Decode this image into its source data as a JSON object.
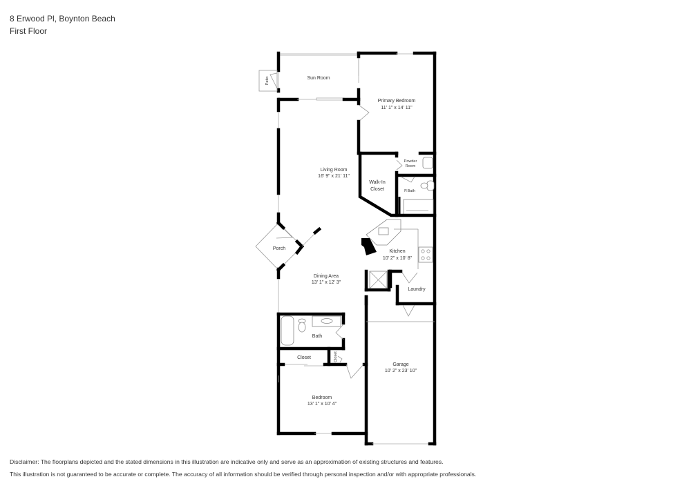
{
  "header": {
    "address": "8 Erwood Pl, Boynton Beach",
    "floor": "First Floor"
  },
  "rooms": {
    "sun_room": {
      "name": "Sun Room"
    },
    "patio": {
      "name": "Patio"
    },
    "primary_bedroom": {
      "name": "Primary Bedroom",
      "dims": "11' 1\" x 14' 11\""
    },
    "powder_room": {
      "name_line1": "Powder",
      "name_line2": "Room"
    },
    "walk_in_closet": {
      "name_line1": "Walk-In",
      "name_line2": "Closet"
    },
    "p_bath": {
      "name": "P.Bath"
    },
    "living_room": {
      "name": "Living Room",
      "dims": "16' 9\" x 21' 11\""
    },
    "porch": {
      "name": "Porch"
    },
    "kitchen": {
      "name": "Kitchen",
      "dims": "10' 2\" x 10' 8\""
    },
    "dining_area": {
      "name": "Dining Area",
      "dims": "13' 1\" x 12' 3\""
    },
    "laundry": {
      "name": "Laundry"
    },
    "bath": {
      "name": "Bath"
    },
    "closet": {
      "name": "Closet"
    },
    "small_closet": {
      "name": "Closet"
    },
    "garage": {
      "name": "Garage",
      "dims": "10' 2\" x 23' 10\""
    },
    "bedroom": {
      "name": "Bedroom",
      "dims": "13' 1\" x 10' 4\""
    }
  },
  "disclaimer": {
    "line1": "Disclaimer: The floorplans depicted and the stated dimensions in this illustration are indicative only and serve as an approximation of existing structures and features.",
    "line2": "This illustration is not guaranteed to be accurate or complete. The accuracy of all information should be verified through personal inspection and/or with appropriate professionals."
  }
}
